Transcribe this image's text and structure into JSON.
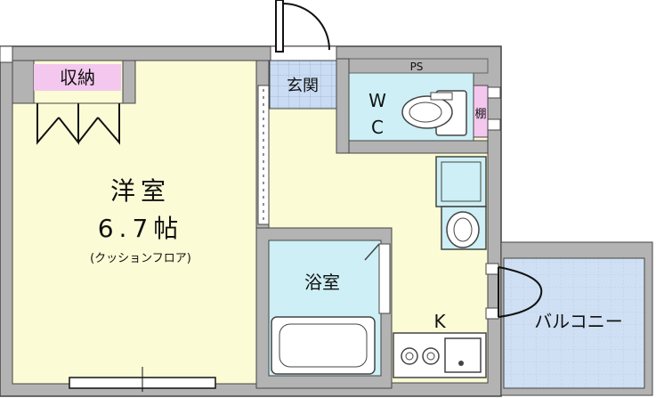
{
  "rooms": {
    "western": {
      "name": "洋室",
      "size": "6.7帖",
      "floor": "(クッションフロア)"
    },
    "storage": "収納",
    "entrance": "玄関",
    "wc_w": "W",
    "wc_c": "C",
    "shelf": "棚",
    "ps": "PS",
    "bath": "浴室",
    "kitchen": "K",
    "balcony": "バルコニー"
  },
  "colors": {
    "wall": "#b3b3b3",
    "wall_line": "#444444",
    "western_floor": "#fbfbd6",
    "entrance_tile": "#c9dcf3",
    "wet_area": "#cdeff5",
    "storage_label": "#f4c8ee",
    "balcony": "#cfe0f4",
    "white": "#ffffff"
  }
}
